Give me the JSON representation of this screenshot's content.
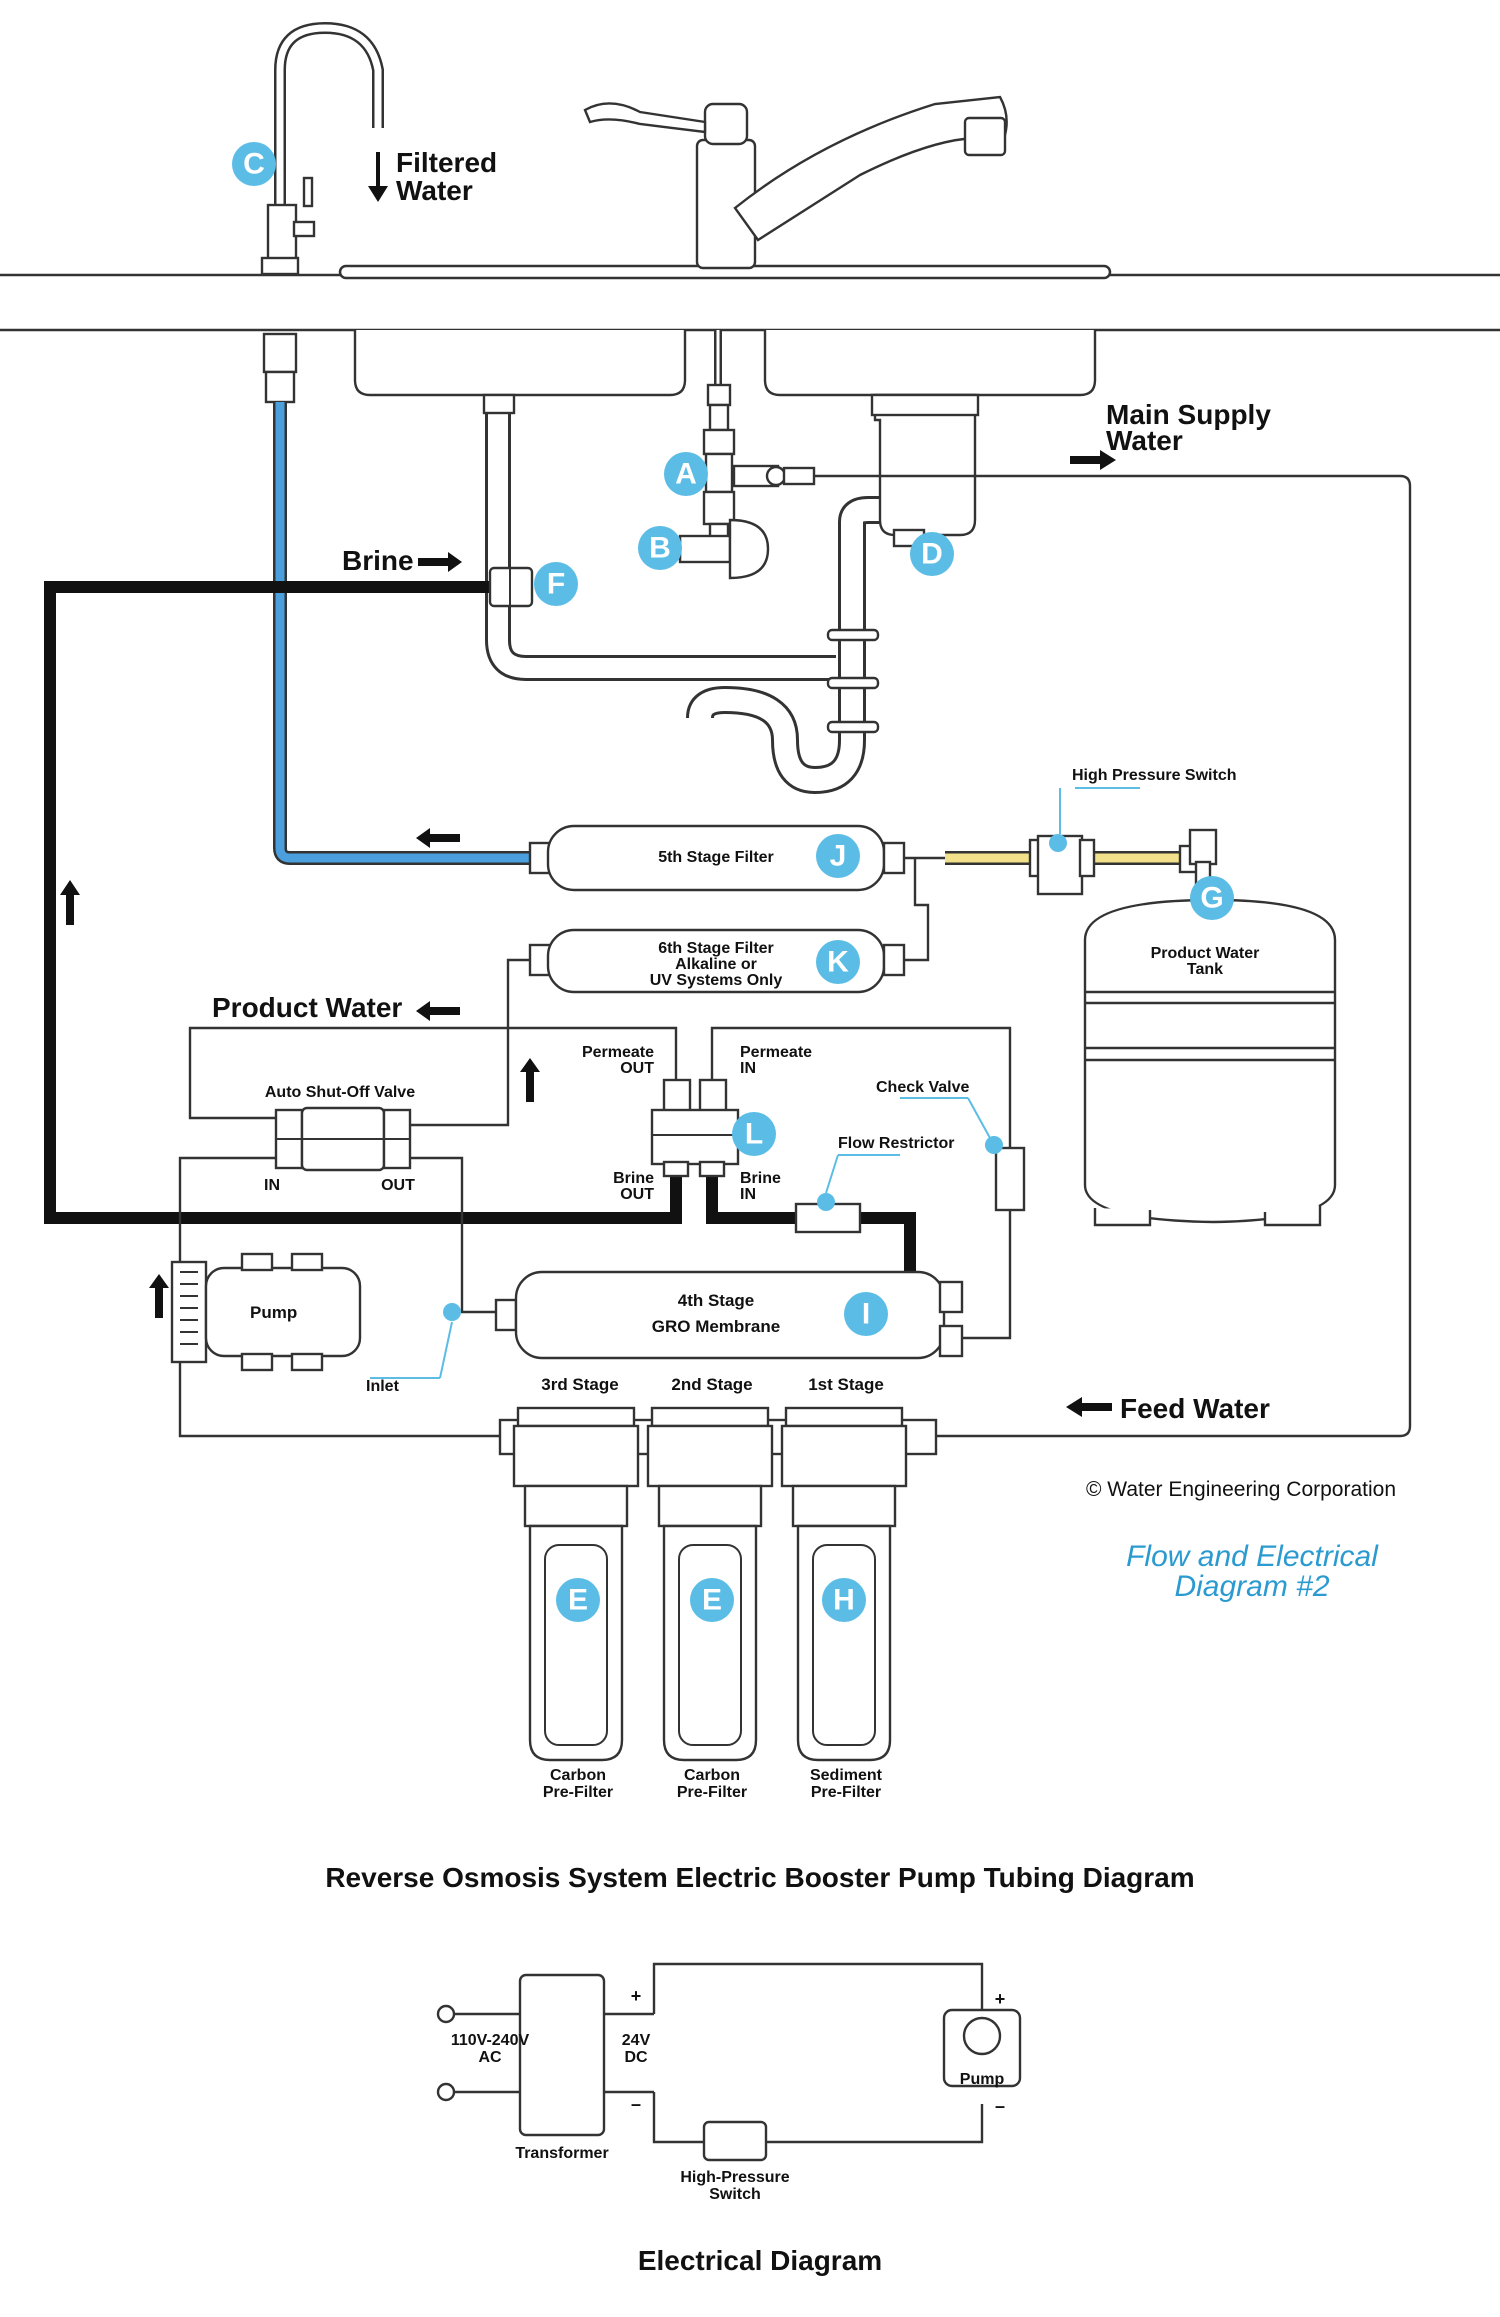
{
  "labels": {
    "filtered_water": [
      "Filtered",
      "Water"
    ],
    "main_supply_water": [
      "Main Supply",
      "Water"
    ],
    "brine": "Brine",
    "product_water": "Product Water",
    "feed_water": "Feed Water",
    "high_pressure_switch": "High Pressure Switch",
    "fifth_stage_filter": "5th Stage Filter",
    "sixth_stage_filter": [
      "6th Stage Filter",
      "Alkaline or",
      "UV Systems Only"
    ],
    "product_water_tank": [
      "Product Water",
      "Tank"
    ],
    "auto_shutoff_valve": "Auto Shut-Off Valve",
    "asov_in": "IN",
    "asov_out": "OUT",
    "permeate_out": [
      "Permeate",
      "OUT"
    ],
    "permeate_in": [
      "Permeate",
      "IN"
    ],
    "brine_out": [
      "Brine",
      "OUT"
    ],
    "brine_in": [
      "Brine",
      "IN"
    ],
    "check_valve": "Check Valve",
    "flow_restrictor": "Flow Restrictor",
    "pump": "Pump",
    "inlet": "Inlet",
    "membrane": [
      "4th Stage",
      "GRO Membrane"
    ],
    "stage3": "3rd Stage",
    "stage2": "2nd Stage",
    "stage1": "1st Stage",
    "carbon_prefilter_a": [
      "Carbon",
      "Pre-Filter"
    ],
    "carbon_prefilter_b": [
      "Carbon",
      "Pre-Filter"
    ],
    "sediment_prefilter": [
      "Sediment",
      "Pre-Filter"
    ],
    "copyright": "© Water Engineering Corporation",
    "diagram_name": [
      "Flow and Electrical",
      "Diagram #2"
    ],
    "tubing_title": "Reverse Osmosis System Electric Booster Pump Tubing Diagram"
  },
  "markers": {
    "A": "A",
    "B": "B",
    "C": "C",
    "D": "D",
    "E1": "E",
    "E2": "E",
    "F": "F",
    "G": "G",
    "H": "H",
    "I": "I",
    "J": "J",
    "K": "K",
    "L": "L"
  },
  "electrical": {
    "title": "Electrical Diagram",
    "input_voltage": [
      "110V-240V",
      "AC"
    ],
    "output_voltage": [
      "24V",
      "DC"
    ],
    "transformer": "Transformer",
    "switch": [
      "High-Pressure",
      "Switch"
    ],
    "pump": "Pump",
    "plus": "+",
    "minus": "–"
  },
  "colors": {
    "marker": "#5bbde6",
    "product_tube": "#4a9fdc",
    "tank_tube": "#f2e08a",
    "brine_tube": "#111111",
    "caption": "#2a9ad0"
  }
}
